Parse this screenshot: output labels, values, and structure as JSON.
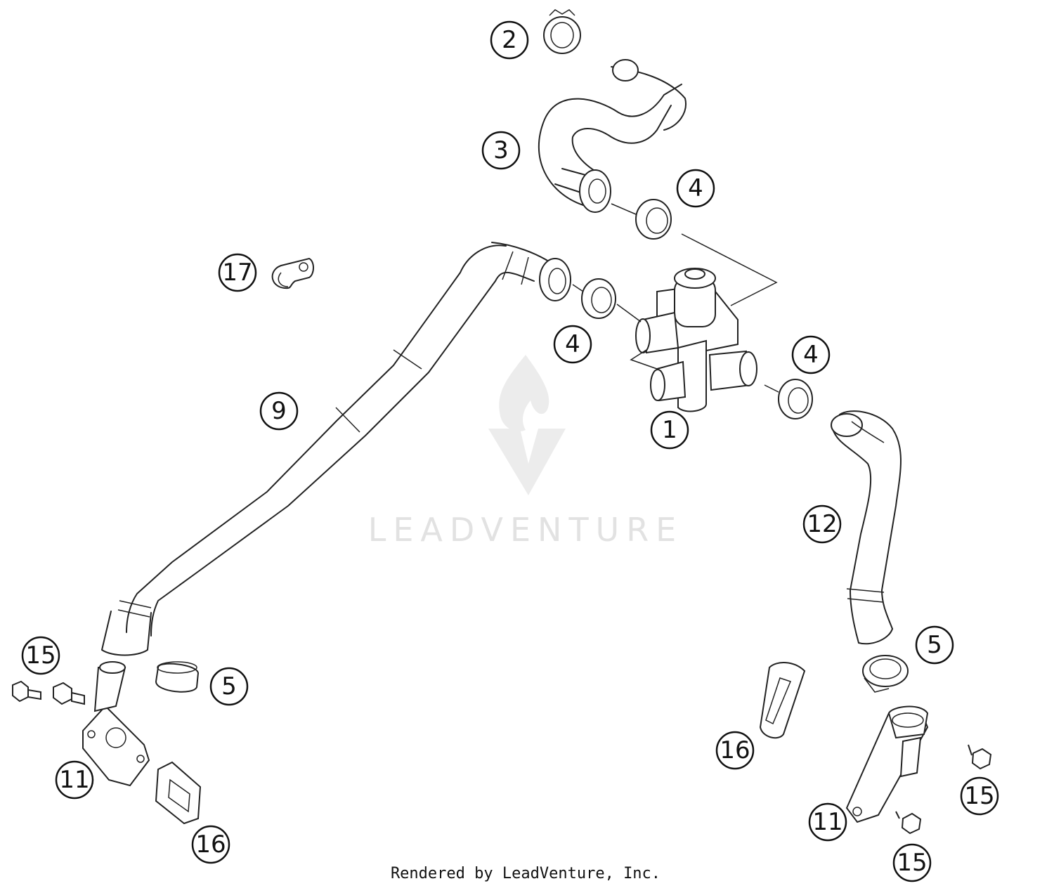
{
  "callouts": [
    {
      "id": "c2",
      "label": "2"
    },
    {
      "id": "c3",
      "label": "3"
    },
    {
      "id": "c4a",
      "label": "4"
    },
    {
      "id": "c17",
      "label": "17"
    },
    {
      "id": "c4b",
      "label": "4"
    },
    {
      "id": "c4c",
      "label": "4"
    },
    {
      "id": "c1",
      "label": "1"
    },
    {
      "id": "c9",
      "label": "9"
    },
    {
      "id": "c12",
      "label": "12"
    },
    {
      "id": "c15a",
      "label": "15"
    },
    {
      "id": "c5a",
      "label": "5"
    },
    {
      "id": "c5b",
      "label": "5"
    },
    {
      "id": "c11a",
      "label": "11"
    },
    {
      "id": "c16a",
      "label": "16"
    },
    {
      "id": "c16b",
      "label": "16"
    },
    {
      "id": "c15b",
      "label": "15"
    },
    {
      "id": "c11b",
      "label": "11"
    },
    {
      "id": "c15c",
      "label": "15"
    }
  ],
  "watermark": {
    "text": "LEADVENTURE"
  },
  "credit": "Rendered by LeadVenture, Inc.",
  "colors": {
    "line": "#222222",
    "watermark": "#e2e2e2",
    "background": "#ffffff"
  }
}
